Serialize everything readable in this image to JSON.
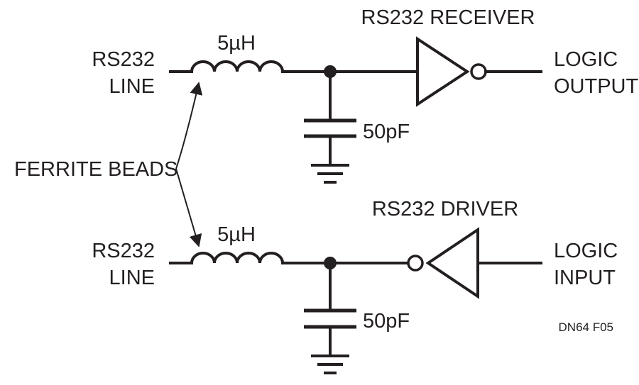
{
  "top_circuit": {
    "line_label": [
      "RS232",
      "LINE"
    ],
    "inductor_label": "5µH",
    "capacitor_label": "50pF",
    "receiver_label": "RS232 RECEIVER",
    "output_label": [
      "LOGIC",
      "OUTPUT"
    ]
  },
  "bottom_circuit": {
    "line_label": [
      "RS232",
      "LINE"
    ],
    "inductor_label": "5µH",
    "capacitor_label": "50pF",
    "driver_label": "RS232 DRIVER",
    "input_label": [
      "LOGIC",
      "INPUT"
    ]
  },
  "ferrite_beads_label": "FERRITE BEADS",
  "figure_code": "DN64 F05"
}
